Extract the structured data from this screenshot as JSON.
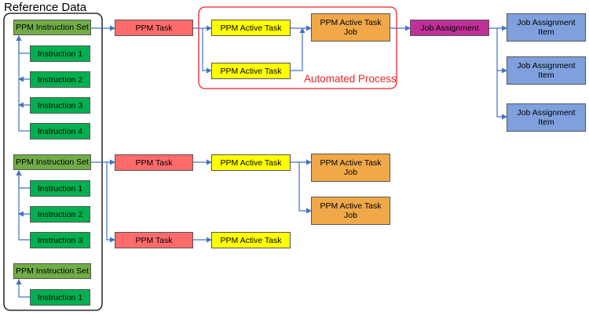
{
  "reference_data": {
    "title": "Reference Data"
  },
  "automated_process": {
    "label": "Automated Process"
  },
  "colors": {
    "instruction_set": "#70ad47",
    "instruction": "#00b050",
    "ppm_task": "#ff6b6b",
    "ppm_active_task": "#ffff00",
    "active_task_job": "#f0a848",
    "job_assignment": "#c0309a",
    "job_assignment_item": "#7fa0dc",
    "connector": "#4472c4",
    "automated_process_border": "#e8262a"
  },
  "nodes": [
    {
      "id": "is1",
      "type": "instruction_set",
      "text": "PPM Instruction Set"
    },
    {
      "id": "i1a",
      "type": "instruction",
      "text": "Instruction 1"
    },
    {
      "id": "i1b",
      "type": "instruction",
      "text": "Instruction 2"
    },
    {
      "id": "i1c",
      "type": "instruction",
      "text": "Instruction 3"
    },
    {
      "id": "i1d",
      "type": "instruction",
      "text": "Instruction 4"
    },
    {
      "id": "is2",
      "type": "instruction_set",
      "text": "PPM Instruction Set"
    },
    {
      "id": "i2a",
      "type": "instruction",
      "text": "Instruction 1"
    },
    {
      "id": "i2b",
      "type": "instruction",
      "text": "Instruction 2"
    },
    {
      "id": "i2c",
      "type": "instruction",
      "text": "Instruction 3"
    },
    {
      "id": "is3",
      "type": "instruction_set",
      "text": "PPM Instruction Set"
    },
    {
      "id": "i3a",
      "type": "instruction",
      "text": "Instruction 1"
    },
    {
      "id": "t1",
      "type": "ppm_task",
      "text": "PPM Task"
    },
    {
      "id": "at1a",
      "type": "ppm_active_task",
      "text": "PPM Active Task"
    },
    {
      "id": "at1b",
      "type": "ppm_active_task",
      "text": "PPM Active Task"
    },
    {
      "id": "j1",
      "type": "active_task_job",
      "text": "PPM Active Task Job"
    },
    {
      "id": "ja",
      "type": "job_assignment",
      "text": "Job Assignment"
    },
    {
      "id": "jai1",
      "type": "job_assignment_item",
      "text": "Job Assignment Item"
    },
    {
      "id": "jai2",
      "type": "job_assignment_item",
      "text": "Job Assignment Item"
    },
    {
      "id": "jai3",
      "type": "job_assignment_item",
      "text": "Job Assignment Item"
    },
    {
      "id": "t2",
      "type": "ppm_task",
      "text": "PPM Task"
    },
    {
      "id": "at2",
      "type": "ppm_active_task",
      "text": "PPM Active Task"
    },
    {
      "id": "j2a",
      "type": "active_task_job",
      "text": "PPM Active Task Job"
    },
    {
      "id": "j2b",
      "type": "active_task_job",
      "text": "PPM Active Task Job"
    },
    {
      "id": "t3",
      "type": "ppm_task",
      "text": "PPM Task"
    },
    {
      "id": "at3",
      "type": "ppm_active_task",
      "text": "PPM Active Task"
    }
  ],
  "edges": [
    {
      "from": "i1a",
      "to": "is1"
    },
    {
      "from": "i1b",
      "to": "is1"
    },
    {
      "from": "i1c",
      "to": "is1"
    },
    {
      "from": "i1d",
      "to": "is1"
    },
    {
      "from": "is1",
      "to": "t1"
    },
    {
      "from": "t1",
      "to": "at1a"
    },
    {
      "from": "t1",
      "to": "at1b"
    },
    {
      "from": "at1a",
      "to": "j1"
    },
    {
      "from": "at1b",
      "to": "j1"
    },
    {
      "from": "j1",
      "to": "ja"
    },
    {
      "from": "ja",
      "to": "jai1"
    },
    {
      "from": "ja",
      "to": "jai2"
    },
    {
      "from": "ja",
      "to": "jai3"
    },
    {
      "from": "i2a",
      "to": "is2"
    },
    {
      "from": "i2b",
      "to": "is2"
    },
    {
      "from": "i2c",
      "to": "is2"
    },
    {
      "from": "is2",
      "to": "t2"
    },
    {
      "from": "is2",
      "to": "t3"
    },
    {
      "from": "t2",
      "to": "at2"
    },
    {
      "from": "at2",
      "to": "j2a"
    },
    {
      "from": "at2",
      "to": "j2b"
    },
    {
      "from": "t3",
      "to": "at3"
    },
    {
      "from": "i3a",
      "to": "is3"
    }
  ]
}
